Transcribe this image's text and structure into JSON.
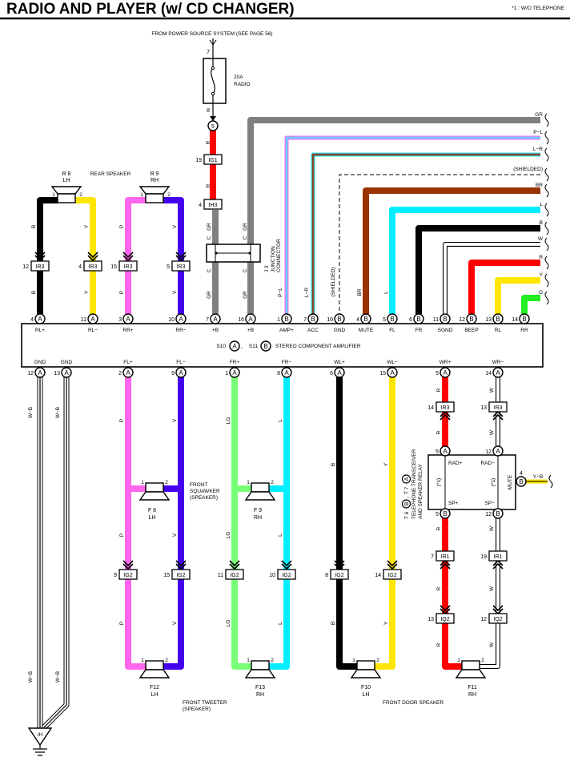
{
  "title": "RADIO AND PLAYER (w/ CD CHANGER)",
  "note": "*1 : W/O TELEPHONE",
  "power_source": "FROM POWER SOURCE SYSTEM (SEE PAGE 56)",
  "fuse": {
    "pin_in": "7",
    "pin_out": "8",
    "rating": "20A",
    "name": "RADIO",
    "jb_pin": "5"
  },
  "junction_connector": {
    "id": "J 3",
    "name1": "JUNCTION",
    "name2": "CONNECTOR",
    "pin_code": "C"
  },
  "rear_speaker": {
    "title": "REAR SPEAKER",
    "lh_id": "R 8",
    "lh_side": "LH",
    "rh_id": "R 9",
    "rh_side": "RH",
    "pin1": "1",
    "pin2": "2"
  },
  "amplifier": {
    "conn_a_id": "S10",
    "conn_a": "A",
    "conn_b_id": "S11",
    "conn_b": "B",
    "separator": ",",
    "name": "STEREO COMPONENT AMPLIFIER",
    "top_pins": [
      {
        "pin": "4",
        "conn": "A",
        "label": "RL+"
      },
      {
        "pin": "11",
        "conn": "A",
        "label": "RL−"
      },
      {
        "pin": "3",
        "conn": "A",
        "label": "RR+"
      },
      {
        "pin": "10",
        "conn": "A",
        "label": "RR−"
      },
      {
        "pin": "7",
        "conn": "A",
        "label": "+B"
      },
      {
        "pin": "16",
        "conn": "A",
        "label": "+B"
      },
      {
        "pin": "1",
        "conn": "B",
        "label": "AMP+"
      },
      {
        "pin": "7",
        "conn": "B",
        "label": "ACC"
      },
      {
        "pin": "10",
        "conn": "B",
        "label": "GND"
      },
      {
        "pin": "4",
        "conn": "B",
        "label": "MUTE"
      },
      {
        "pin": "5",
        "conn": "B",
        "label": "FL"
      },
      {
        "pin": "6",
        "conn": "B",
        "label": "FR"
      },
      {
        "pin": "11",
        "conn": "B",
        "label": "SGND"
      },
      {
        "pin": "12",
        "conn": "B",
        "label": "BEEP"
      },
      {
        "pin": "13",
        "conn": "B",
        "label": "RL"
      },
      {
        "pin": "14",
        "conn": "B",
        "label": "RR"
      }
    ],
    "bottom_pins": [
      {
        "pin": "12",
        "conn": "A",
        "label": "GND"
      },
      {
        "pin": "13",
        "conn": "A",
        "label": "GND"
      },
      {
        "pin": "2",
        "conn": "A",
        "label": "FL+"
      },
      {
        "pin": "9",
        "conn": "A",
        "label": "FL−"
      },
      {
        "pin": "1",
        "conn": "A",
        "label": "FR+"
      },
      {
        "pin": "8",
        "conn": "A",
        "label": "FR−"
      },
      {
        "pin": "6",
        "conn": "A",
        "label": "WL+"
      },
      {
        "pin": "15",
        "conn": "A",
        "label": "WL−"
      },
      {
        "pin": "5",
        "conn": "A",
        "label": "WR+"
      },
      {
        "pin": "14",
        "conn": "A",
        "label": "WR−"
      }
    ]
  },
  "right_wire_labels": [
    "GR",
    "P−L",
    "L−R",
    "(SHIELDED)",
    "BR",
    "L",
    "B",
    "W",
    "R",
    "Y",
    "G"
  ],
  "inline_connectors": [
    {
      "pin": "19",
      "name": "IG1"
    },
    {
      "pin": "4",
      "name": "IH3"
    },
    {
      "pin": "12",
      "name": "IR3"
    },
    {
      "pin": "4",
      "name": "IR3"
    },
    {
      "pin": "15",
      "name": "IR3"
    },
    {
      "pin": "5",
      "name": "IR3"
    },
    {
      "pin": "9",
      "name": "IG2"
    },
    {
      "pin": "15",
      "name": "IG2"
    },
    {
      "pin": "11",
      "name": "IG2"
    },
    {
      "pin": "10",
      "name": "IG2"
    },
    {
      "pin": "8",
      "name": "IG2"
    },
    {
      "pin": "14",
      "name": "IG2"
    },
    {
      "pin": "14",
      "name": "IR3"
    },
    {
      "pin": "13",
      "name": "IR3"
    },
    {
      "pin": "7",
      "name": "IR1"
    },
    {
      "pin": "19",
      "name": "IR1"
    },
    {
      "pin": "13",
      "name": "IQ2"
    },
    {
      "pin": "12",
      "name": "IQ2"
    }
  ],
  "wire_code_labels": [
    "B",
    "B",
    "Y",
    "Y",
    "P",
    "P",
    "V",
    "V",
    "R",
    "R",
    "GR",
    "GR",
    "GR",
    "GR",
    "P−L",
    "L−R",
    "(SHIELDED)",
    "BR",
    "L",
    "W−B",
    "W−B",
    "W−B",
    "W−B",
    "P",
    "P",
    "P",
    "V",
    "V",
    "V",
    "LG",
    "LG",
    "LG",
    "L",
    "L",
    "L",
    "B",
    "B",
    "Y",
    "Y",
    "R",
    "R",
    "R",
    "R",
    "R",
    "W",
    "W",
    "W",
    "W",
    "W"
  ],
  "relay": {
    "id1": "T 6",
    "conn1": "B",
    "id2": "T 7",
    "conn2": "A",
    "separator": ",",
    "name1": "TELEPHONE TRANSCEIVER",
    "name2": "AND SPEAKER RELAY",
    "rad_plus": "RAD+",
    "rad_minus": "RAD−",
    "sp_plus": "SP+",
    "sp_minus": "SP−",
    "mute": "MUTE",
    "note": "(*1)",
    "pins": [
      {
        "pin": "5",
        "conn": "A"
      },
      {
        "pin": "12",
        "conn": "A"
      },
      {
        "pin": "5",
        "conn": "B"
      },
      {
        "pin": "12",
        "conn": "B"
      },
      {
        "pin": "4",
        "conn": "B"
      }
    ],
    "mute_wire": "Y−B"
  },
  "front_squawker": {
    "title1": "FRONT",
    "title2": "SQUAWKER",
    "title3": "(SPEAKER)",
    "lh_id": "F 8",
    "lh_side": "LH",
    "rh_id": "F 9",
    "rh_side": "RH"
  },
  "front_tweeter": {
    "title1": "FRONT TWEETER",
    "title2": "(SPEAKER)",
    "lh_id": "F12",
    "lh_side": "LH",
    "rh_id": "F13",
    "rh_side": "RH"
  },
  "front_door": {
    "title": "FRONT DOOR SPEAKER",
    "lh_id": "F10",
    "lh_side": "LH",
    "rh_id": "F11",
    "rh_side": "RH"
  },
  "speaker_pins": {
    "p1": "1",
    "p2": "2"
  },
  "ground": {
    "id": "IH"
  },
  "wire_colors": {
    "B": "#000000",
    "Y": "#ffe600",
    "P": "#ff66ee",
    "V": "#4400ee",
    "GR": "#808080",
    "R": "#ff0000",
    "L": "#00eeff",
    "LG": "#77ff77",
    "BR": "#993300",
    "G": "#22ee22",
    "W": "#ffffff",
    "P_L_outer": "#ee77ee",
    "P_L_inner": "#66ccff",
    "L_R_outer": "#33ddee",
    "L_R_inner": "#884422"
  }
}
